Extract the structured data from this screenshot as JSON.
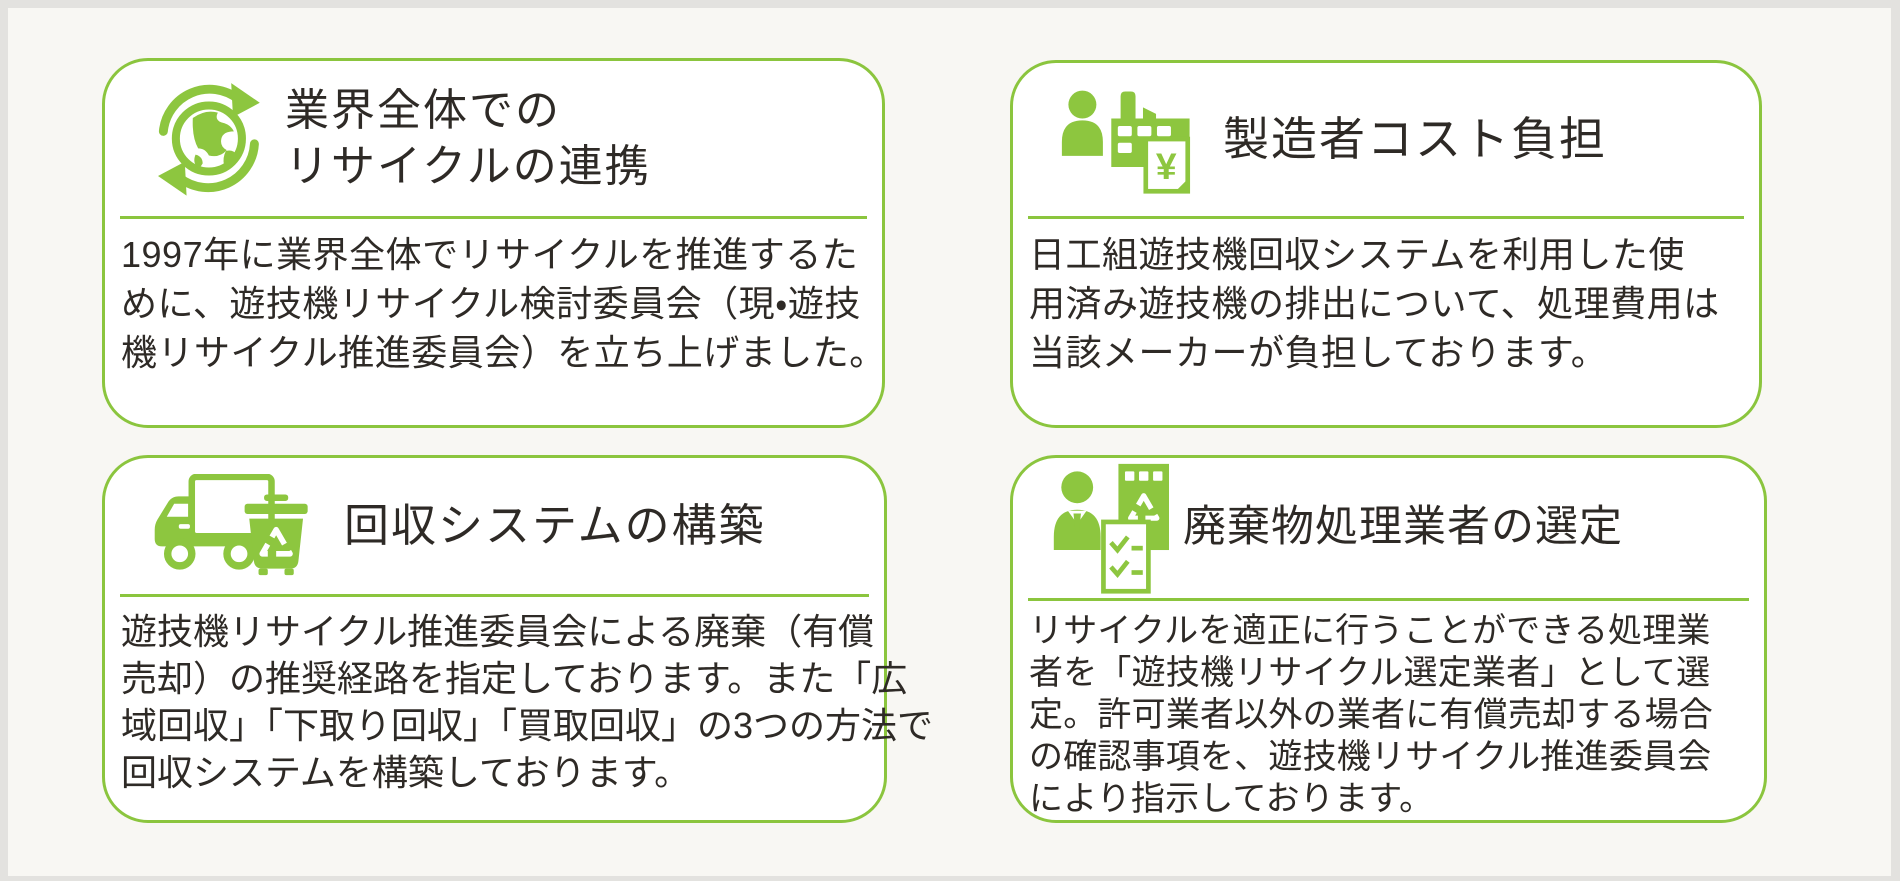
{
  "page": {
    "background_color": "#f8f7f3",
    "frame_color": "#e3e2df",
    "card_background": "#ffffff",
    "accent_green": "#8dc63f",
    "border_green": "#8bc53e",
    "text_color": "#2e2a26"
  },
  "cards": [
    {
      "id": "industry-recycling",
      "icon": "recycle-globe-icon",
      "title_lines": [
        "業界全体での",
        "リサイクルの連携"
      ],
      "body_lines": [
        "1997年に業界全体でリサイクルを推進するた",
        "めに、遊技機リサイクル検討委員会（現・遊技",
        "機リサイクル推進委員会）を立ち上げました。"
      ]
    },
    {
      "id": "manufacturer-cost",
      "icon": "manufacturer-factory-icon",
      "title": "製造者コスト負担",
      "body_lines": [
        "日工組遊技機回収システムを利用した使",
        "用済み遊技機の排出について、処理費用は",
        "当該メーカーが負担しております。"
      ]
    },
    {
      "id": "collection-system",
      "icon": "collection-truck-icon",
      "title": "回収システムの構築",
      "body_lines": [
        "遊技機リサイクル推進委員会による廃棄（有償",
        "売却）の推奨経路を指定しております。また「広",
        "域回収」「下取り回収」「買取回収」の3つの方法で",
        "回収システムを構築しております。"
      ]
    },
    {
      "id": "processor-selection",
      "icon": "processor-selection-icon",
      "title": "廃棄物処理業者の選定",
      "body_lines": [
        "リサイクルを適正に行うことができる処理業",
        "者を「遊技機リサイクル選定業者」として選",
        "定。許可業者以外の業者に有償売却する場合",
        "の確認事項を、遊技機リサイクル推進委員会",
        "により指示しております。"
      ]
    }
  ]
}
